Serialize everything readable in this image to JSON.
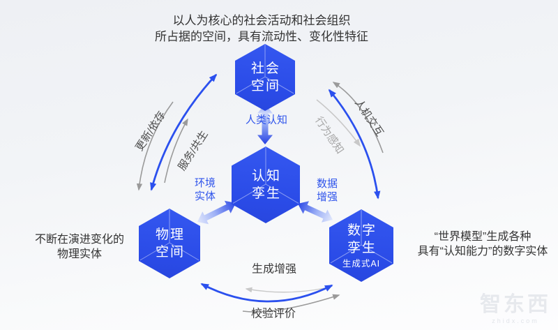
{
  "description": {
    "line1": "以人为核心的社会活动和社会组织",
    "line2": "所占据的空间，具有流动性、变化性特征"
  },
  "hexagons": {
    "social": {
      "line1": "社会",
      "line2": "空间"
    },
    "cognitive": {
      "line1": "认知",
      "line2": "孪生"
    },
    "physical": {
      "line1": "物理",
      "line2": "空间"
    },
    "digital": {
      "line1": "数字",
      "line2": "孪生",
      "sub": "生成式AI"
    }
  },
  "edge_labels": {
    "human_cognition": "人类认知",
    "env_entity_line1": "环境",
    "env_entity_line2": "实体",
    "data_aug_line1": "数据",
    "data_aug_line2": "增强",
    "update_depend": "更新/依存",
    "service_symbiosis": "服务/共生",
    "human_machine_interaction": "人机交互",
    "behavior_sensing": "行为感知",
    "generation_enhance": "生成增强",
    "verify_evaluate": "校验评价"
  },
  "side_notes": {
    "left": {
      "line1": "不断在演进变化的",
      "line2": "物理实体"
    },
    "right": {
      "line1": "“世界模型”生成各种",
      "line2": "具有“认知能力”的数字实体"
    }
  },
  "watermark": {
    "brand": "智东西",
    "domain": "zhidx.com"
  },
  "colors": {
    "hexagon_blue": "#2B4FE8",
    "blue_arrow": "#2B50EE",
    "blue_label": "#2F54EB",
    "gray_arrow": "#9A9A9A",
    "light_gray_arrow": "#C8C8C8",
    "dark_text": "#333333",
    "background_top": "#EEF0F4"
  }
}
